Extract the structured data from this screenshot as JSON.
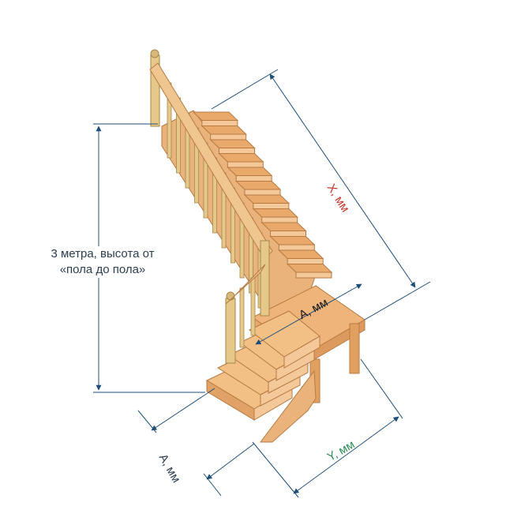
{
  "labels": {
    "height_line1": "3 метра, высота от",
    "height_line2": "«пола до пола»",
    "x": "X, мм",
    "a_top": "A, мм",
    "a_bottom": "A, мм",
    "y": "Y, мм"
  },
  "colors": {
    "tread": "#e8a96a",
    "tread_top": "#f2bf85",
    "riser": "#f4c898",
    "stringer": "#e9b37b",
    "dim_line": "#1f4e79",
    "x_label": "#c0392b",
    "y_label": "#2e8b57"
  }
}
